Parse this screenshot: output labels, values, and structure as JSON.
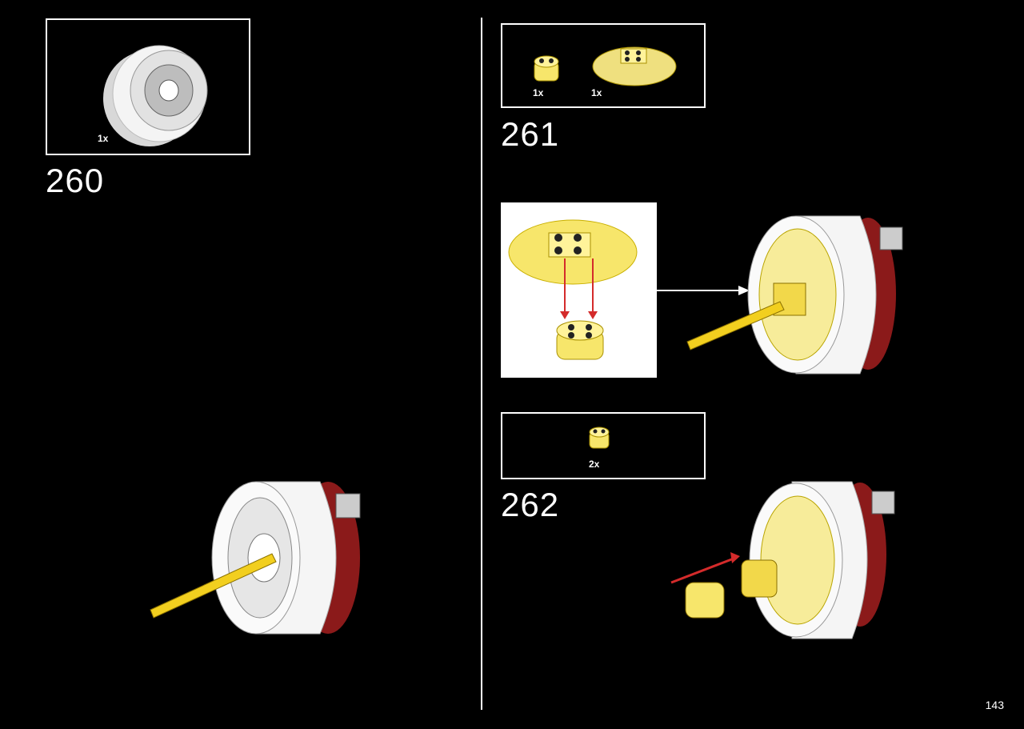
{
  "page": {
    "number": "143"
  },
  "steps": [
    {
      "number": "260",
      "parts": [
        {
          "qty": "1x",
          "part": "wheel-rim-white"
        }
      ]
    },
    {
      "number": "261",
      "parts": [
        {
          "qty": "1x",
          "part": "round-brick-trans-yellow"
        },
        {
          "qty": "1x",
          "part": "round-plate-trans-yellow"
        }
      ]
    },
    {
      "number": "262",
      "parts": [
        {
          "qty": "2x",
          "part": "round-brick-trans-yellow"
        }
      ]
    }
  ],
  "colors": {
    "background": "#000000",
    "frame": "#ffffff",
    "trans_yellow": "#f7e66b",
    "axle_yellow": "#f2cf1f",
    "dark_red": "#8b1a1a",
    "arrow_red": "#d42b2b"
  }
}
